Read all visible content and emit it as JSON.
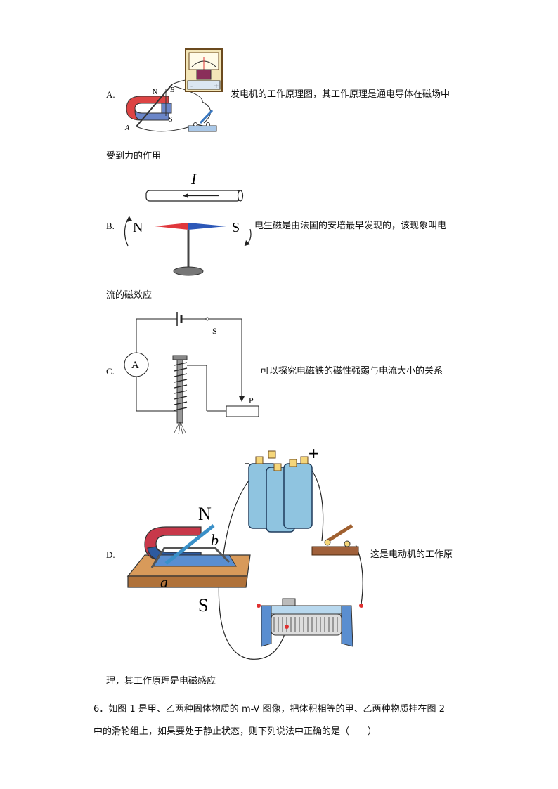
{
  "options": {
    "A": {
      "letter": "A.",
      "text_line1": "发电机的工作原理图，其工作原理是通电导体在磁场中",
      "text_line2": "受到力的作用",
      "figure_labels": {
        "N": "N",
        "S": "S",
        "A": "A",
        "B": "B"
      }
    },
    "B": {
      "letter": "B.",
      "text_line1": "电生磁是由法国的安培最早发现的，该现象叫电",
      "text_line2": "流的磁效应",
      "figure_labels": {
        "I": "I",
        "N": "N",
        "S": "S"
      }
    },
    "C": {
      "letter": "C.",
      "text_line1": "可以探究电磁铁的磁性强弱与电流大小的关系",
      "figure_labels": {
        "A": "A",
        "S": "S",
        "P": "P"
      }
    },
    "D": {
      "letter": "D.",
      "text_line1": "这是电动机的工作原",
      "text_line2": "理，其工作原理是电磁感应",
      "figure_labels": {
        "N": "N",
        "S": "S",
        "a": "a",
        "b": "b",
        "minus": "-",
        "plus": "+"
      }
    }
  },
  "question6": {
    "line1": "6．如图 1 是甲、乙两种固体物质的 m-V 图像，把体积相等的甲、乙两种物质挂在图 2",
    "line2": "中的滑轮组上，如果要处于静止状态，则下列说法中正确的是（　　）"
  }
}
